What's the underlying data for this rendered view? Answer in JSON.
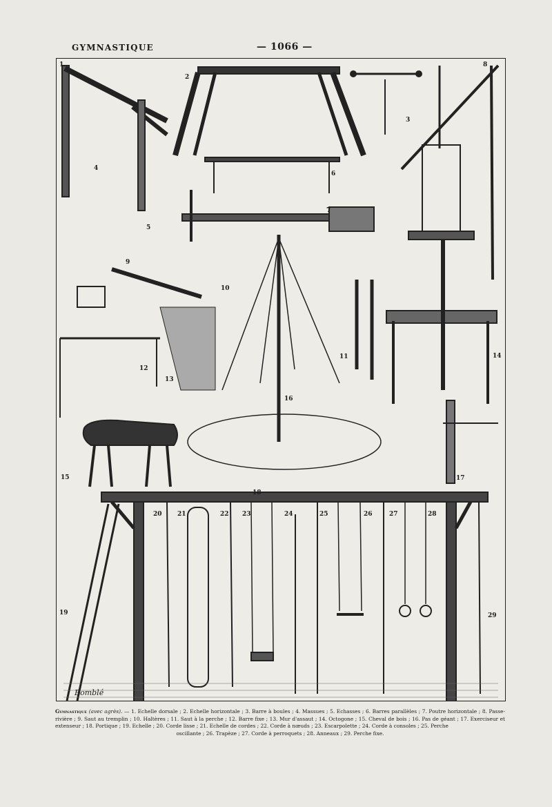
{
  "header": {
    "title": "GYMNASTIQUE",
    "page": "— 1066 —"
  },
  "figure_numbers": [
    "1",
    "2",
    "3",
    "4",
    "5",
    "6",
    "7",
    "8",
    "9",
    "10",
    "11",
    "12",
    "13",
    "14",
    "15",
    "16",
    "17",
    "18",
    "19",
    "20",
    "21",
    "22",
    "23",
    "24",
    "25",
    "26",
    "27",
    "28",
    "29"
  ],
  "signature": "Bomblé",
  "caption": {
    "lead": "Gymnastique",
    "sub": "(avec agrès).",
    "body": " — 1. Echelle dorsale ; 2. Echelle horizontale ; 3. Barre à boules ; 4. Massues ; 5. Echasses ; 6. Barres parallèles ; 7. Poutre horizontale ; 8. Passe-rivière ; 9. Saut au tremplin ; 10. Haltères ; 11. Saut à la perche ; 12. Barre fixe ; 13. Mur d'assaut ; 14. Octogone ; 15. Cheval de bois ; 16. Pas de géant ; 17. Exerciseur et extenseur ; 18. Portique ; 19. Echelle ; 20. Corde lisse ; 21. Echelle de cordes ; 22. Corde à nœuds ; 23. Escarpolette ; 24. Corde à consoles ; 25. Perche",
    "last": "oscillante ; 26. Trapèze ; 27. Corde à perroquets ; 28. Anneaux ; 29. Perche fixe."
  },
  "colors": {
    "paper": "#ebe9e3",
    "ink": "#1c1c1c"
  }
}
